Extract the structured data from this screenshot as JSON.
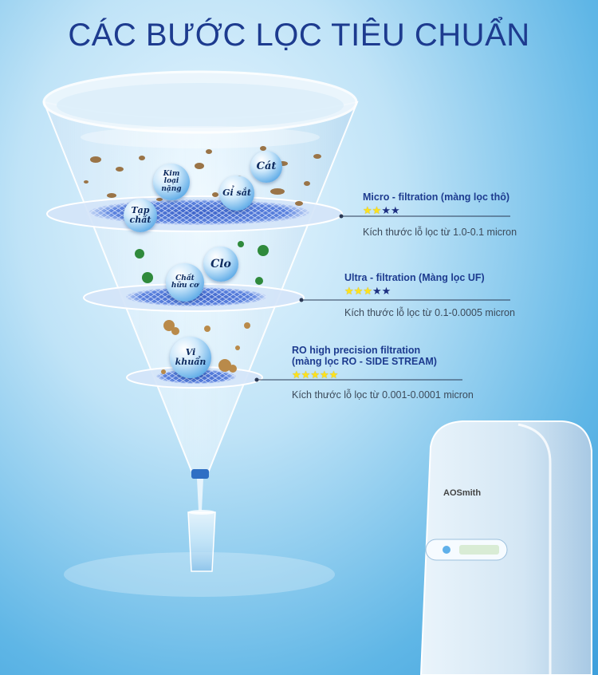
{
  "title": "CÁC BƯỚC LỌC TIÊU CHUẨN",
  "contaminants": {
    "kim_loai_nang": [
      "Kim",
      "loại nặng"
    ],
    "cat": "Cát",
    "gi_sat": "Gỉ sắt",
    "tap_chat": [
      "Tạp",
      "chất"
    ],
    "clo": "Clo",
    "chat_huu_co": [
      "Chất",
      "hữu cơ"
    ],
    "vi_khuan": "Vi khuẩn"
  },
  "filters": [
    {
      "name": "Micro - filtration (màng lọc thô)",
      "name_line2": "",
      "rating": 2,
      "max_rating": 4,
      "pore": "Kích thước lỗ lọc từ 1.0-0.1 micron"
    },
    {
      "name": "Ultra - filtration (Màng lọc UF)",
      "name_line2": "",
      "rating": 3,
      "max_rating": 5,
      "pore": "Kích thước lỗ lọc từ 0.1-0.0005 micron"
    },
    {
      "name": "RO high precision filtration",
      "name_line2": "(màng lọc RO - SIDE STREAM)",
      "rating": 5,
      "max_rating": 5,
      "pore": "Kích thước lỗ lọc từ 0.001-0.0001 micron"
    }
  ],
  "brand": "AOSmith",
  "colors": {
    "title": "#1d3b8f",
    "star_filled": "#ffe21a",
    "star_empty": "#1d2f80"
  },
  "icons": [
    "funnel-graphic",
    "filter-mesh",
    "virus-icon",
    "water-glass-icon",
    "purifier-device"
  ]
}
